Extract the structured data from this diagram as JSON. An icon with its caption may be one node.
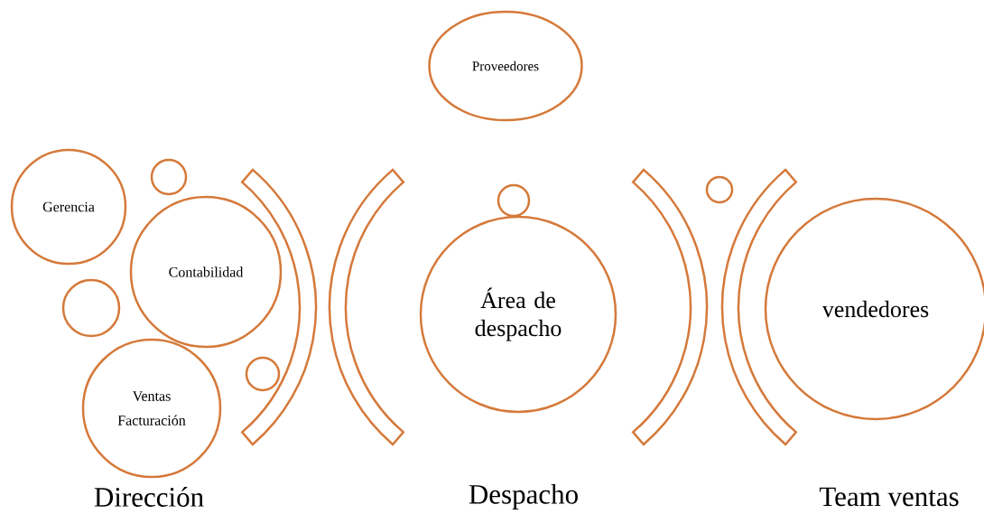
{
  "diagram": {
    "nodes": [
      {
        "text": [
          "Proveedores"
        ]
      },
      {
        "text": [
          "Gerencia"
        ]
      },
      {
        "text": [],
        "shape": "circle"
      },
      {
        "text": [
          "Contabilidad"
        ]
      },
      {
        "text": [],
        "shape": "circle"
      },
      {
        "text": [
          "Ventas",
          "Facturación"
        ]
      },
      {
        "text": [],
        "shape": "circle"
      },
      {
        "text": [],
        "shape": "circle"
      },
      {
        "text": [
          "Área de despacho"
        ]
      },
      {
        "text": [],
        "shape": "circle"
      },
      {
        "text": [
          "vendedores"
        ]
      },
      {
        "text": [],
        "shape": "arc"
      },
      {
        "text": [],
        "shape": "arc"
      },
      {
        "text": [],
        "shape": "arc"
      },
      {
        "text": [],
        "shape": "arc"
      }
    ],
    "labels": [
      "Dirección",
      "Despacho",
      "Team ventas"
    ]
  }
}
